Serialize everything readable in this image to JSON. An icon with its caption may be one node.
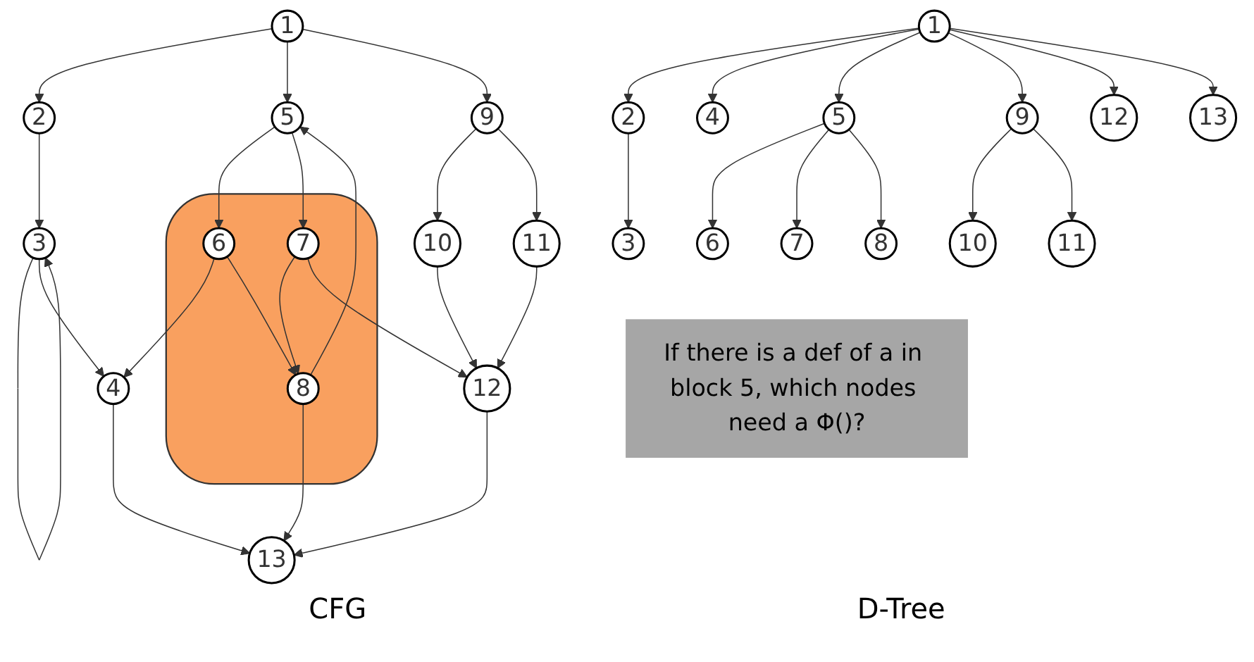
{
  "diagram": {
    "nodes": [
      {
        "text": [
          "1"
        ]
      },
      {
        "text": [
          "2"
        ]
      },
      {
        "text": [
          "3"
        ]
      },
      {
        "text": [
          "4"
        ]
      },
      {
        "text": [
          "5"
        ]
      },
      {
        "text": [],
        "shape": "cloud"
      },
      {
        "text": [
          "6"
        ],
        "in": 5
      },
      {
        "text": [
          "7"
        ],
        "in": 5
      },
      {
        "text": [
          "8"
        ],
        "in": 5
      },
      {
        "text": [
          "9"
        ]
      },
      {
        "text": [
          "10"
        ]
      },
      {
        "text": [
          "11"
        ]
      },
      {
        "text": [
          "12"
        ]
      },
      {
        "text": [
          "13"
        ]
      },
      {
        "text": [
          "1"
        ]
      },
      {
        "text": [
          "2"
        ]
      },
      {
        "text": [
          "3"
        ]
      },
      {
        "text": [
          "4"
        ]
      },
      {
        "text": [
          "5"
        ]
      },
      {
        "text": [
          "6"
        ]
      },
      {
        "text": [
          "7"
        ]
      },
      {
        "text": [
          "8"
        ]
      },
      {
        "text": [
          "9"
        ]
      },
      {
        "text": [
          "10"
        ]
      },
      {
        "text": [
          "11"
        ]
      },
      {
        "text": [
          "12"
        ]
      },
      {
        "text": [
          "13"
        ]
      },
      {
        "text": [
          "If there is a def of a in block 5, which nodes need a Φ()?"
        ]
      }
    ],
    "edges": [
      {
        "from": 0,
        "to": 1,
        "arrow": "to"
      },
      {
        "from": 0,
        "to": 4,
        "arrow": "to"
      },
      {
        "from": 0,
        "to": 9,
        "arrow": "to"
      },
      {
        "from": 1,
        "to": 2,
        "arrow": "to"
      },
      {
        "from": 2,
        "to": 2,
        "arrow": "to"
      },
      {
        "from": 2,
        "to": 3,
        "arrow": "to"
      },
      {
        "from": 4,
        "to": 6,
        "arrow": "to"
      },
      {
        "from": 4,
        "to": 7,
        "arrow": "to"
      },
      {
        "from": 6,
        "to": 3,
        "arrow": "to"
      },
      {
        "from": 6,
        "to": 8,
        "arrow": "to"
      },
      {
        "from": 7,
        "to": 8,
        "arrow": "to"
      },
      {
        "from": 7,
        "to": 12,
        "arrow": "to"
      },
      {
        "from": 9,
        "to": 10,
        "arrow": "to"
      },
      {
        "from": 9,
        "to": 11,
        "arrow": "to"
      },
      {
        "from": 10,
        "to": 12,
        "arrow": "to"
      },
      {
        "from": 11,
        "to": 12,
        "arrow": "to"
      },
      {
        "from": 8,
        "to": 4,
        "arrow": "to"
      },
      {
        "from": 3,
        "to": 13,
        "arrow": "to"
      },
      {
        "from": 8,
        "to": 13,
        "arrow": "to"
      },
      {
        "from": 12,
        "to": 13,
        "arrow": "to"
      },
      {
        "from": 14,
        "to": 15,
        "arrow": "to"
      },
      {
        "from": 14,
        "to": 17,
        "arrow": "to"
      },
      {
        "from": 14,
        "to": 18,
        "arrow": "to"
      },
      {
        "from": 14,
        "to": 22,
        "arrow": "to"
      },
      {
        "from": 14,
        "to": 25,
        "arrow": "to"
      },
      {
        "from": 14,
        "to": 26,
        "arrow": "to"
      },
      {
        "from": 15,
        "to": 16,
        "arrow": "to"
      },
      {
        "from": 18,
        "to": 19,
        "arrow": "to"
      },
      {
        "from": 18,
        "to": 20,
        "arrow": "to"
      },
      {
        "from": 18,
        "to": 21,
        "arrow": "to"
      },
      {
        "from": 22,
        "to": 23,
        "arrow": "to"
      },
      {
        "from": 22,
        "to": 24,
        "arrow": "to"
      }
    ],
    "labels": [
      "CFG",
      "D-Tree"
    ]
  }
}
